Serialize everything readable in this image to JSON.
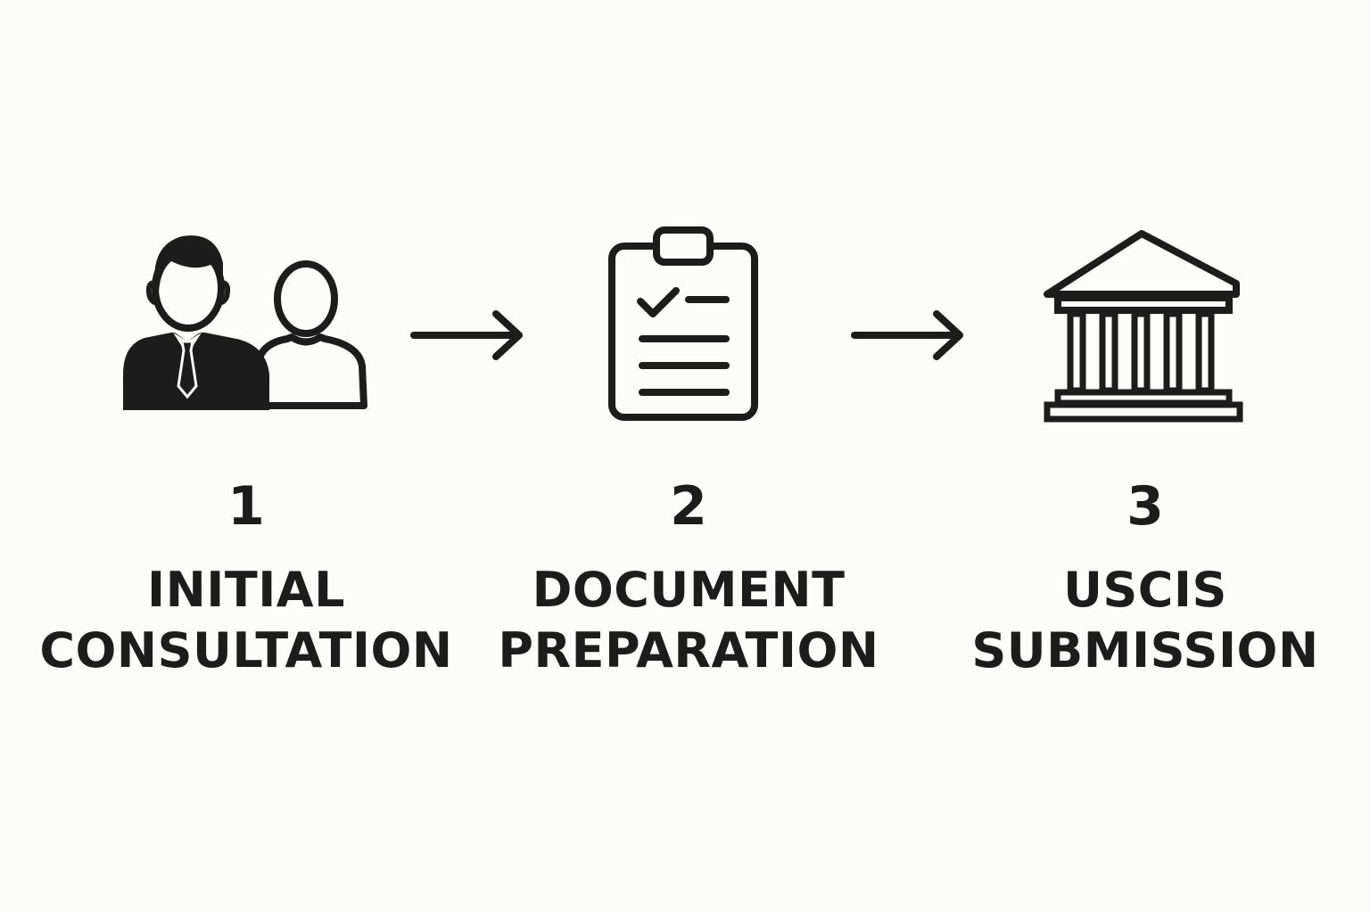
{
  "colors": {
    "background": "#fcfcfa",
    "ink": "#1c1c1c"
  },
  "steps": [
    {
      "number": "1",
      "title_line1": "INITIAL",
      "title_line2": "CONSULTATION",
      "icon": "consultation-people-icon"
    },
    {
      "number": "2",
      "title_line1": "DOCUMENT",
      "title_line2": "PREPARATION",
      "icon": "clipboard-checklist-icon"
    },
    {
      "number": "3",
      "title_line1": "USCIS",
      "title_line2": "SUBMISSION",
      "icon": "government-building-icon"
    }
  ],
  "connectors": [
    {
      "icon": "arrow-right-icon"
    },
    {
      "icon": "arrow-right-icon"
    }
  ]
}
